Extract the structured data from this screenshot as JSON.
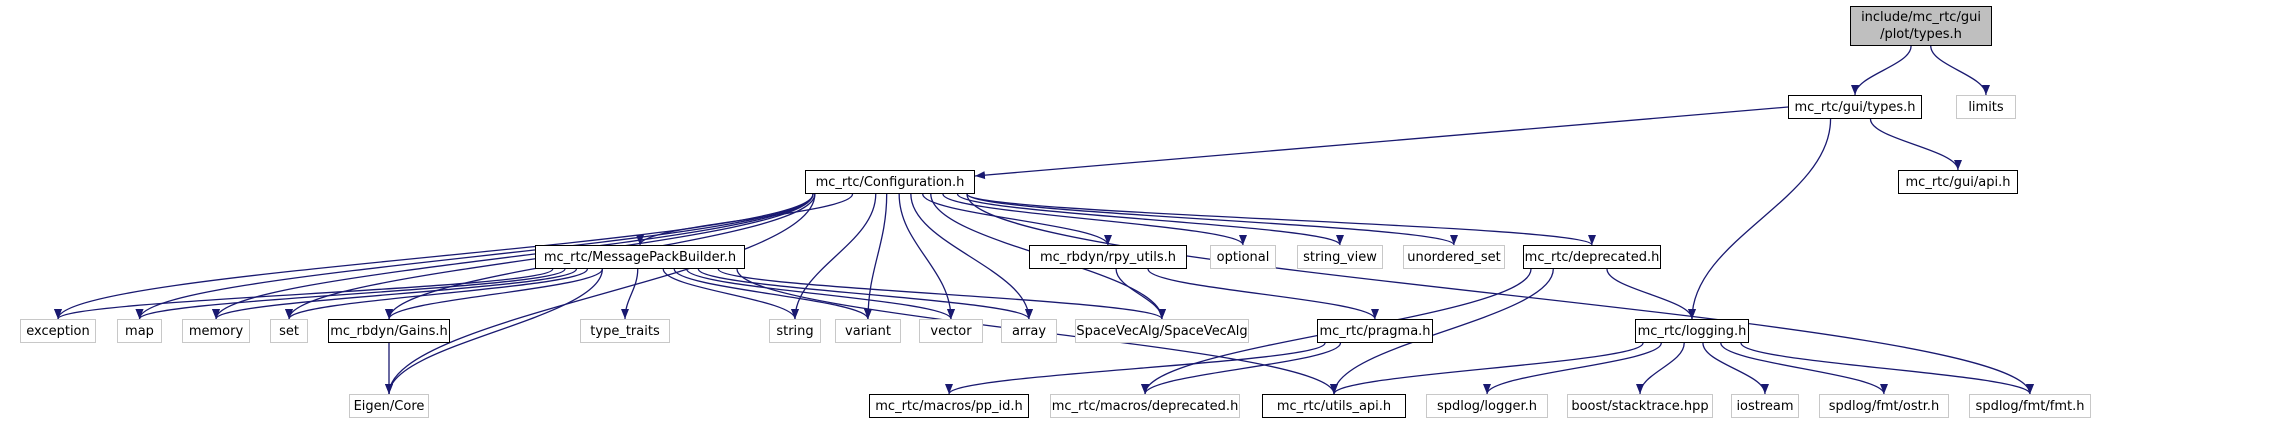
{
  "title": "Include dependency graph for include/mc_rtc/gui/plot/types.h",
  "colors": {
    "edge": "#191970",
    "root_fill": "#bfbfbf",
    "doc_border": "#000000",
    "ext_border": "#c8c8c8"
  },
  "nodes": [
    {
      "id": "root",
      "label_lines": [
        "include/mc_rtc/gui",
        "/plot/types.h"
      ],
      "kind": "root"
    },
    {
      "id": "gui_types",
      "label": "mc_rtc/gui/types.h",
      "kind": "doc"
    },
    {
      "id": "limits",
      "label": "limits",
      "kind": "ext"
    },
    {
      "id": "configuration",
      "label": "mc_rtc/Configuration.h",
      "kind": "doc"
    },
    {
      "id": "gui_api",
      "label": "mc_rtc/gui/api.h",
      "kind": "doc"
    },
    {
      "id": "msgpack",
      "label": "mc_rtc/MessagePackBuilder.h",
      "kind": "doc"
    },
    {
      "id": "rpy_utils",
      "label": "mc_rbdyn/rpy_utils.h",
      "kind": "doc"
    },
    {
      "id": "optional",
      "label": "optional",
      "kind": "ext"
    },
    {
      "id": "string_view",
      "label": "string_view",
      "kind": "ext"
    },
    {
      "id": "unordered_set",
      "label": "unordered_set",
      "kind": "ext"
    },
    {
      "id": "deprecated",
      "label": "mc_rtc/deprecated.h",
      "kind": "doc"
    },
    {
      "id": "exception",
      "label": "exception",
      "kind": "ext"
    },
    {
      "id": "map",
      "label": "map",
      "kind": "ext"
    },
    {
      "id": "memory",
      "label": "memory",
      "kind": "ext"
    },
    {
      "id": "set",
      "label": "set",
      "kind": "ext"
    },
    {
      "id": "gains",
      "label": "mc_rbdyn/Gains.h",
      "kind": "doc"
    },
    {
      "id": "type_traits",
      "label": "type_traits",
      "kind": "ext"
    },
    {
      "id": "string",
      "label": "string",
      "kind": "ext"
    },
    {
      "id": "variant",
      "label": "variant",
      "kind": "ext"
    },
    {
      "id": "vector",
      "label": "vector",
      "kind": "ext"
    },
    {
      "id": "array",
      "label": "array",
      "kind": "ext"
    },
    {
      "id": "spacevecalg",
      "label": "SpaceVecAlg/SpaceVecAlg",
      "kind": "ext"
    },
    {
      "id": "pragma",
      "label": "mc_rtc/pragma.h",
      "kind": "doc"
    },
    {
      "id": "logging",
      "label": "mc_rtc/logging.h",
      "kind": "doc"
    },
    {
      "id": "eigen_core",
      "label": "Eigen/Core",
      "kind": "ext"
    },
    {
      "id": "pp_id",
      "label": "mc_rtc/macros/pp_id.h",
      "kind": "doc"
    },
    {
      "id": "macros_deprecated",
      "label": "mc_rtc/macros/deprecated.h",
      "kind": "ext"
    },
    {
      "id": "utils_api",
      "label": "mc_rtc/utils_api.h",
      "kind": "doc"
    },
    {
      "id": "spdlog_logger",
      "label": "spdlog/logger.h",
      "kind": "ext"
    },
    {
      "id": "boost_stacktrace",
      "label": "boost/stacktrace.hpp",
      "kind": "ext"
    },
    {
      "id": "iostream",
      "label": "iostream",
      "kind": "ext"
    },
    {
      "id": "spdlog_ostr",
      "label": "spdlog/fmt/ostr.h",
      "kind": "ext"
    },
    {
      "id": "spdlog_fmt",
      "label": "spdlog/fmt/fmt.h",
      "kind": "ext"
    }
  ],
  "edges": [
    [
      "root",
      "gui_types"
    ],
    [
      "root",
      "limits"
    ],
    [
      "gui_types",
      "configuration"
    ],
    [
      "gui_types",
      "gui_api"
    ],
    [
      "gui_types",
      "logging"
    ],
    [
      "configuration",
      "msgpack"
    ],
    [
      "configuration",
      "rpy_utils"
    ],
    [
      "configuration",
      "optional"
    ],
    [
      "configuration",
      "string_view"
    ],
    [
      "configuration",
      "unordered_set"
    ],
    [
      "configuration",
      "deprecated"
    ],
    [
      "configuration",
      "exception"
    ],
    [
      "configuration",
      "map"
    ],
    [
      "configuration",
      "memory"
    ],
    [
      "configuration",
      "set"
    ],
    [
      "configuration",
      "gains"
    ],
    [
      "configuration",
      "string"
    ],
    [
      "configuration",
      "variant"
    ],
    [
      "configuration",
      "vector"
    ],
    [
      "configuration",
      "array"
    ],
    [
      "configuration",
      "spacevecalg"
    ],
    [
      "configuration",
      "eigen_core"
    ],
    [
      "configuration",
      "spdlog_fmt"
    ],
    [
      "msgpack",
      "exception"
    ],
    [
      "msgpack",
      "map"
    ],
    [
      "msgpack",
      "memory"
    ],
    [
      "msgpack",
      "set"
    ],
    [
      "msgpack",
      "gains"
    ],
    [
      "msgpack",
      "type_traits"
    ],
    [
      "msgpack",
      "string"
    ],
    [
      "msgpack",
      "variant"
    ],
    [
      "msgpack",
      "vector"
    ],
    [
      "msgpack",
      "array"
    ],
    [
      "msgpack",
      "spacevecalg"
    ],
    [
      "msgpack",
      "eigen_core"
    ],
    [
      "msgpack",
      "utils_api"
    ],
    [
      "gains",
      "eigen_core"
    ],
    [
      "rpy_utils",
      "spacevecalg"
    ],
    [
      "rpy_utils",
      "pragma"
    ],
    [
      "pragma",
      "pp_id"
    ],
    [
      "pragma",
      "macros_deprecated"
    ],
    [
      "deprecated",
      "logging"
    ],
    [
      "deprecated",
      "macros_deprecated"
    ],
    [
      "deprecated",
      "utils_api"
    ],
    [
      "logging",
      "utils_api"
    ],
    [
      "logging",
      "spdlog_logger"
    ],
    [
      "logging",
      "boost_stacktrace"
    ],
    [
      "logging",
      "iostream"
    ],
    [
      "logging",
      "spdlog_ostr"
    ],
    [
      "logging",
      "spdlog_fmt"
    ]
  ]
}
